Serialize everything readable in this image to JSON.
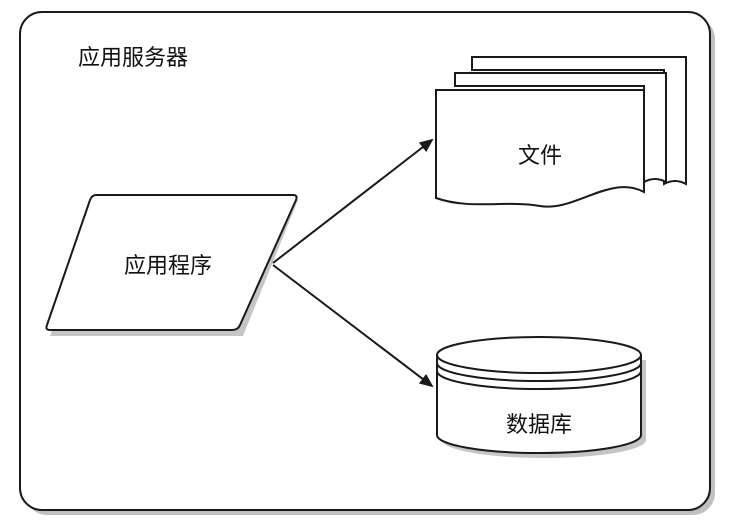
{
  "container": {
    "title": "应用服务器"
  },
  "nodes": {
    "application": {
      "label": "应用程序"
    },
    "files": {
      "label": "文件"
    },
    "database": {
      "label": "数据库"
    }
  },
  "colors": {
    "stroke": "#1a1a1a",
    "fill": "#ffffff",
    "shadow": "#9a9a9a"
  }
}
